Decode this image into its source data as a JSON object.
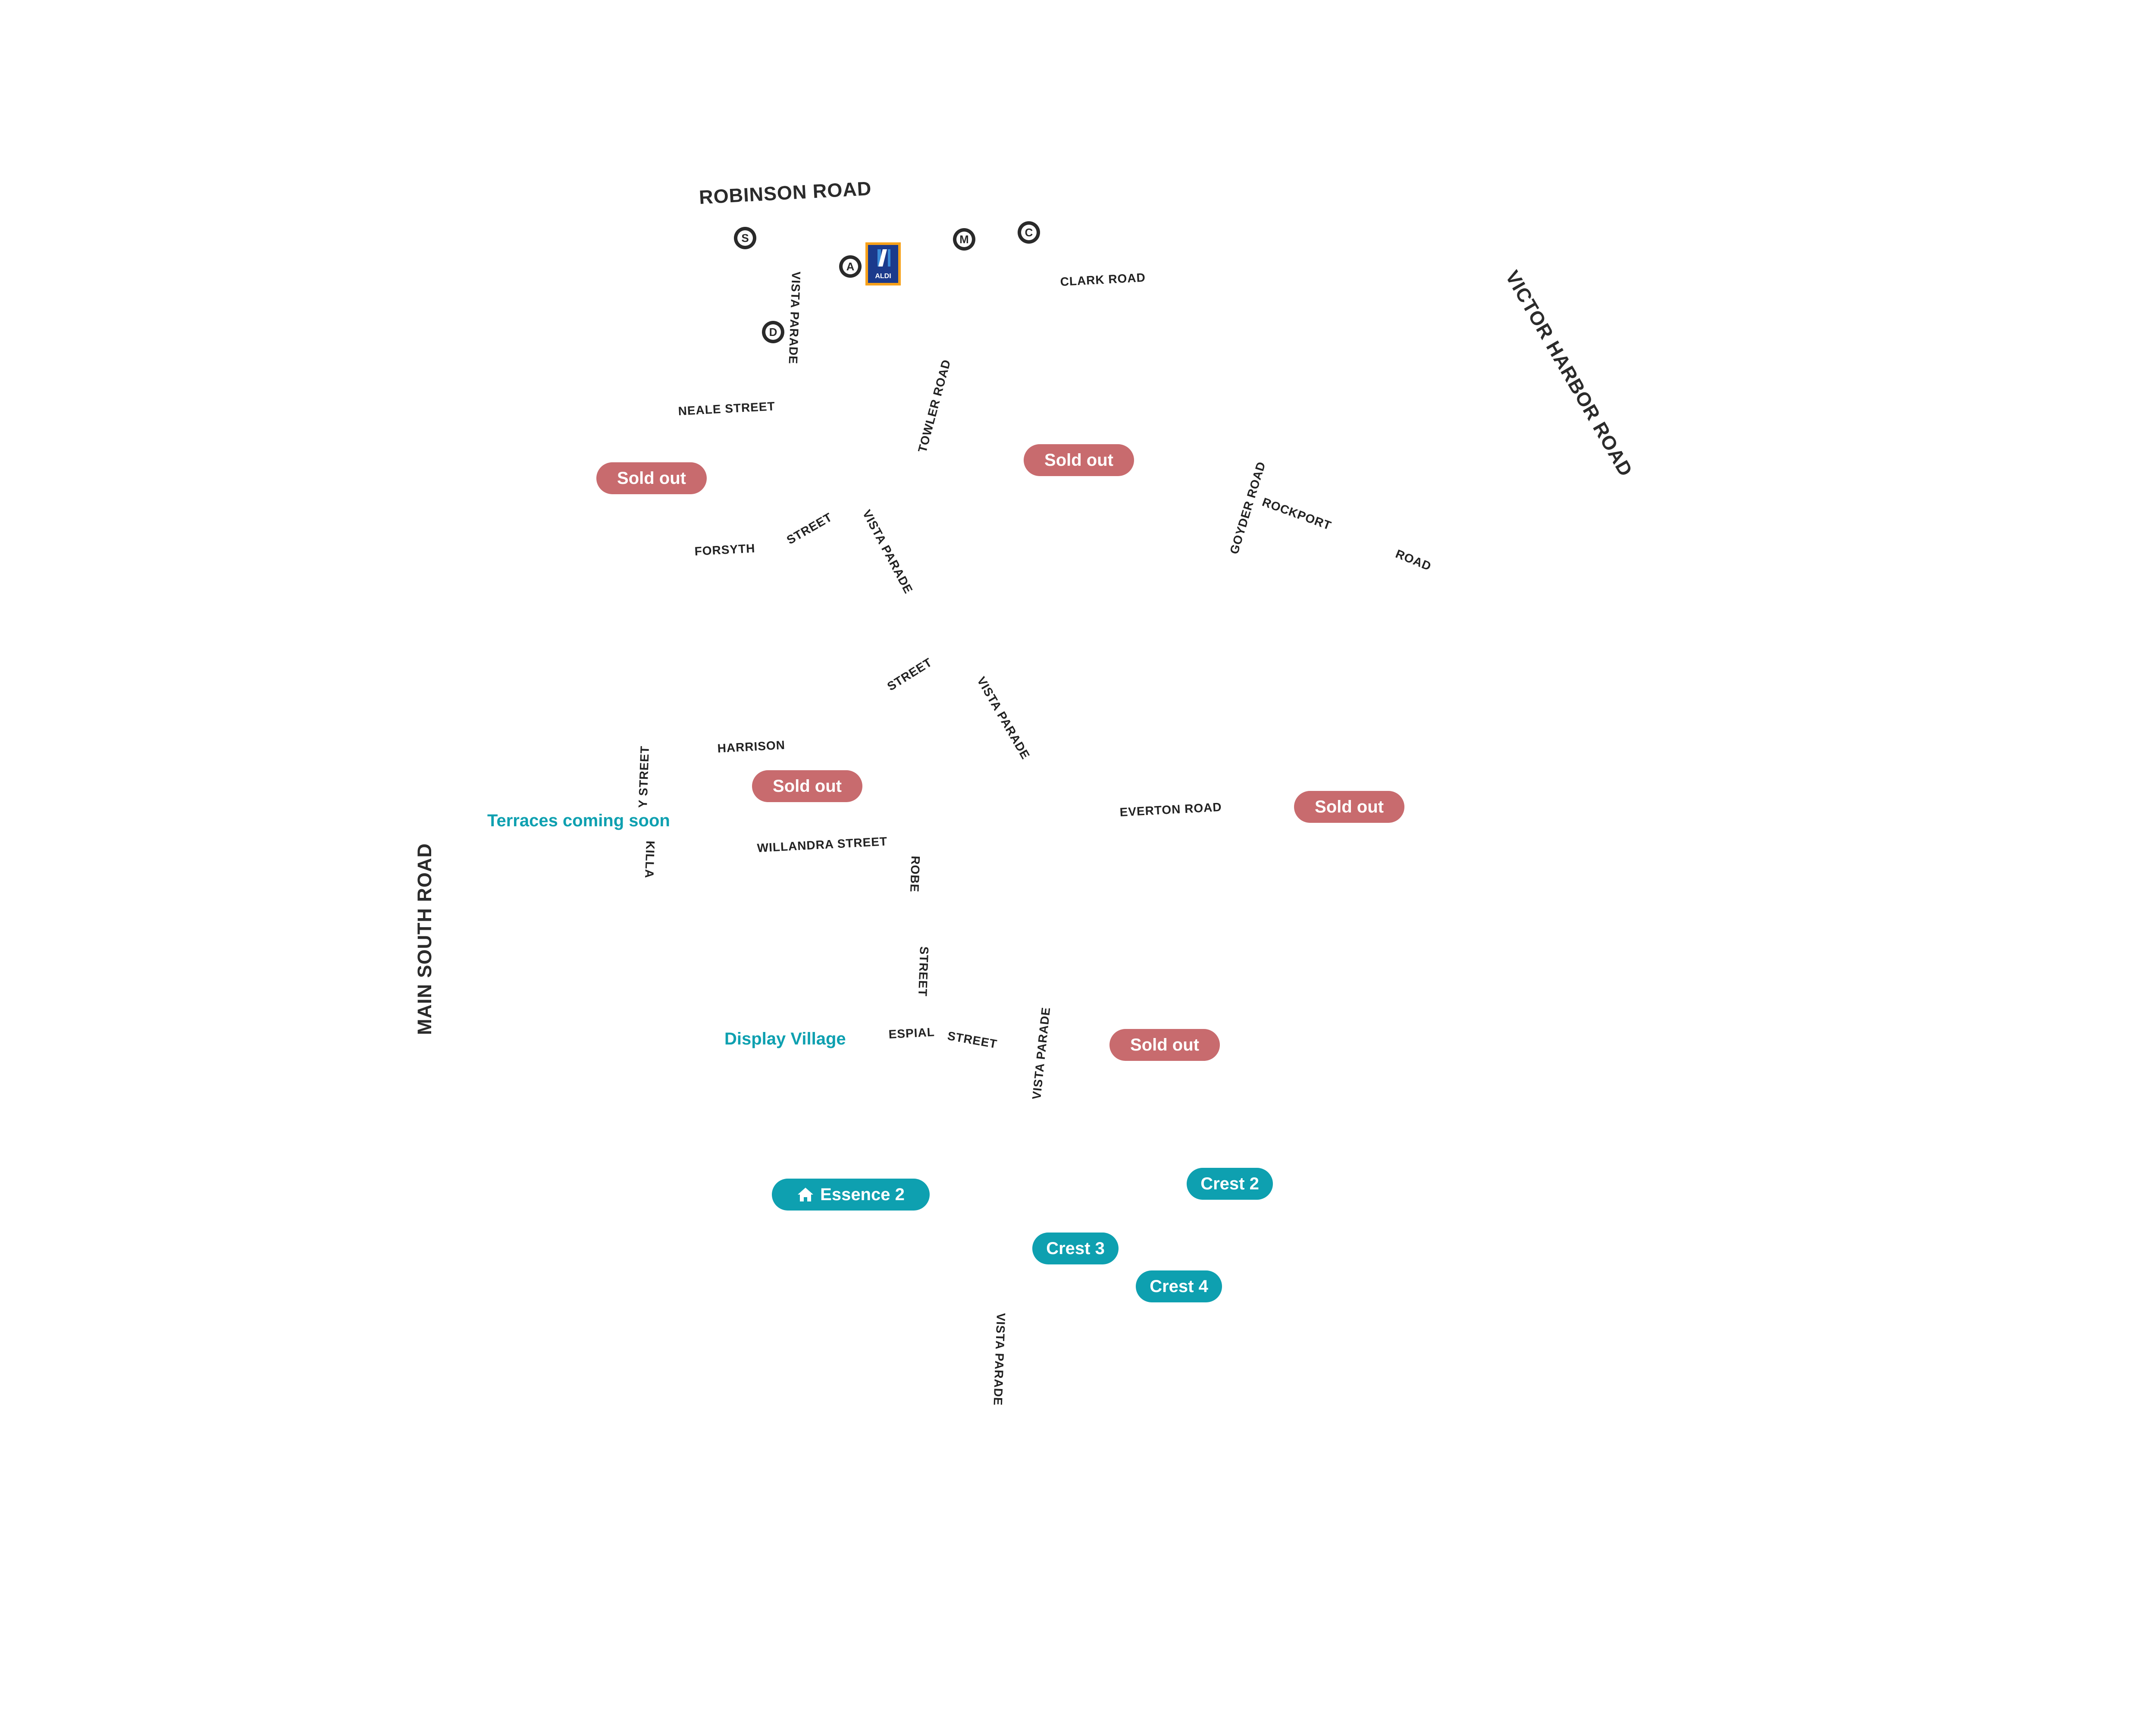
{
  "colors": {
    "sold": "#c86b6e",
    "accent": "#0ea0b0",
    "road_text": "#222222",
    "poi": "#2a2a2a",
    "aldi_orange": "#f7a11a",
    "aldi_blue": "#1b3a8c"
  },
  "roads": {
    "robinson": "ROBINSON ROAD",
    "victor_harbor": "VICTOR HARBOR ROAD",
    "main_south": "MAIN SOUTH ROAD",
    "clark": "CLARK ROAD",
    "vista_parade_1": "VISTA PARADE",
    "neale": "NEALE STREET",
    "towler": "TOWLER ROAD",
    "forsyth": "FORSYTH",
    "forsyth_street": "STREET",
    "vista_parade_2": "VISTA PARADE",
    "goyder": "GOYDER ROAD",
    "rockport": "ROCKPORT",
    "rockport_road": "ROAD",
    "harrison_street": "STREET",
    "vista_parade_3": "VISTA PARADE",
    "harrison": "HARRISON",
    "killara_street": "Y STREET",
    "killara": "KILLA",
    "willandra": "WILLANDRA STREET",
    "everton": "EVERTON ROAD",
    "robe": "ROBE",
    "robe_street": "STREET",
    "espial": "ESPIAL",
    "espial_street": "STREET",
    "vista_parade_4": "VISTA PARADE",
    "vista_parade_5": "VISTA PARADE"
  },
  "pois": {
    "s": "S",
    "a": "A",
    "m": "M",
    "c": "C",
    "d": "D",
    "aldi": "ALDI"
  },
  "badges": {
    "sold1": "Sold out",
    "sold2": "Sold out",
    "sold3": "Sold out",
    "sold4": "Sold out",
    "sold5": "Sold out",
    "essence2": "Essence 2",
    "crest2": "Crest 2",
    "crest3": "Crest 3",
    "crest4": "Crest 4"
  },
  "labels": {
    "terraces": "Terraces coming soon",
    "display_village": "Display Village"
  }
}
